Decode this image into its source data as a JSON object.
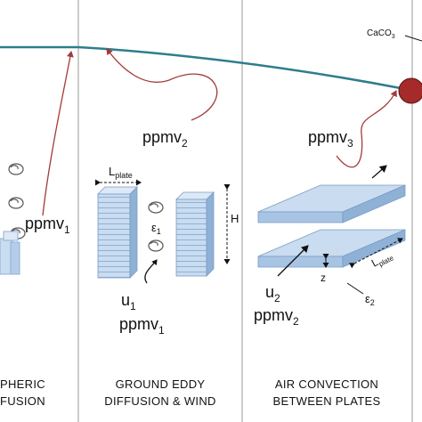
{
  "diagram": {
    "panels": [
      {
        "id": "p1",
        "caption_line1": "PHERIC",
        "caption_line2": "FUSION",
        "flux_label": "ppmv",
        "flux_sub": "1"
      },
      {
        "id": "p2",
        "caption_line1": "GROUND EDDY",
        "caption_line2": "DIFFUSION & WIND",
        "flux_label": "ppmv",
        "flux_sub": "2",
        "lplate_main": "L",
        "lplate_sub": "plate",
        "height_label": "H",
        "eps_main": "ε",
        "eps_sub": "1",
        "wind_main": "u",
        "wind_sub": "1",
        "wind_flux_main": "ppmv",
        "wind_flux_sub": "1"
      },
      {
        "id": "p3",
        "caption_line1": "AIR CONVECTION",
        "caption_line2": "BETWEEN PLATES",
        "flux_label": "ppmv",
        "flux_sub": "3",
        "lplate_main": "L",
        "lplate_sub": "plate",
        "gap_label": "z",
        "eps_main": "ε",
        "eps_sub": "2",
        "wind_main": "u",
        "wind_sub": "2",
        "wind_flux_main": "ppmv",
        "wind_flux_sub": "2"
      }
    ],
    "sink_label_main": "CaCO",
    "sink_label_sub": "3",
    "colors": {
      "trend_line": "#2e7d8c",
      "arrow": "#a33a3a",
      "sink": "#a52a2a",
      "plate_face": "#c9dcf0",
      "plate_side": "#8fb1d6",
      "divider": "#9a9a9a"
    }
  }
}
